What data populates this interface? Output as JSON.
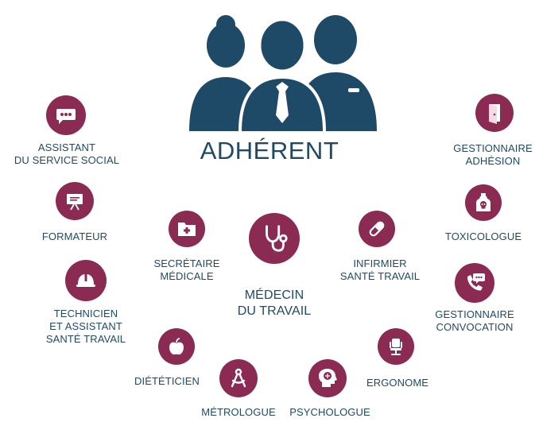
{
  "colors": {
    "badge": "#8b2a53",
    "text": "#1f4a67",
    "group_icon": "#1f4a67"
  },
  "center_group": {
    "icon": "group-people-icon",
    "title": "ADHÉRENT"
  },
  "hub": {
    "icon": "stethoscope-icon",
    "lines": [
      "MÉDECIN",
      "DU TRAVAIL"
    ]
  },
  "roles": [
    {
      "id": "assistant-social",
      "icon": "chat-bubble-icon",
      "lines": [
        "ASSISTANT",
        "DU SERVICE SOCIAL"
      ]
    },
    {
      "id": "formateur",
      "icon": "presentation-board-icon",
      "lines": [
        "FORMATEUR"
      ]
    },
    {
      "id": "technicien",
      "icon": "hard-hat-icon",
      "lines": [
        "TECHNICIEN",
        "ET ASSISTANT",
        "SANTÉ TRAVAIL"
      ]
    },
    {
      "id": "dieteticien",
      "icon": "apple-icon",
      "lines": [
        "DIÉTÉTICIEN"
      ]
    },
    {
      "id": "metrologue",
      "icon": "drafting-compass-icon",
      "lines": [
        "MÉTROLOGUE"
      ]
    },
    {
      "id": "psychologue",
      "icon": "head-brain-icon",
      "lines": [
        "PSYCHOLOGUE"
      ]
    },
    {
      "id": "ergonome",
      "icon": "office-chair-icon",
      "lines": [
        "ERGONOME"
      ]
    },
    {
      "id": "gestionnaire-convocation",
      "icon": "phone-bubble-icon",
      "lines": [
        "GESTIONNAIRE",
        "CONVOCATION"
      ]
    },
    {
      "id": "toxicologue",
      "icon": "poison-bottle-icon",
      "lines": [
        "TOXICOLOGUE"
      ]
    },
    {
      "id": "gestionnaire-adhesion",
      "icon": "door-icon",
      "lines": [
        "GESTIONNAIRE",
        "ADHÉSION"
      ]
    },
    {
      "id": "secretaire-medicale",
      "icon": "medical-folder-icon",
      "lines": [
        "SECRÉTAIRE",
        "MÉDICALE"
      ]
    },
    {
      "id": "infirmier",
      "icon": "pill-icon",
      "lines": [
        "INFIRMIER",
        "SANTÉ TRAVAIL"
      ]
    }
  ]
}
